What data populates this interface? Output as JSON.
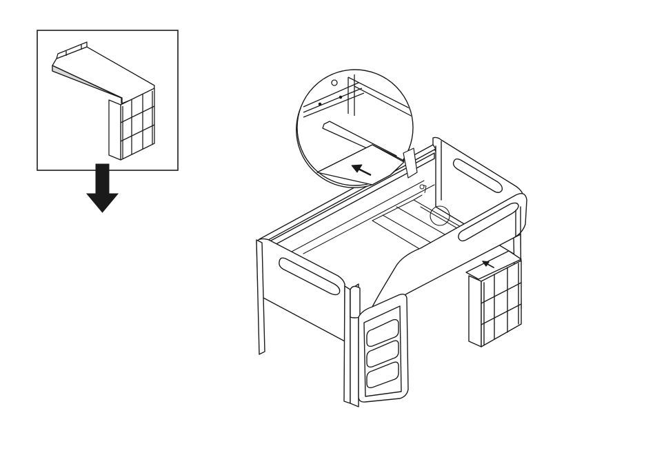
{
  "figure": {
    "kind": "assembly-instruction-step",
    "stroke_color": "#1a1a1a",
    "fill_color": "#ffffff",
    "shade_color": "#d9d9d9",
    "inset_panel": {
      "content": "desk-with-cube-shelf-part"
    },
    "main_view": {
      "content": "loft-bed-frame-with-ladder-and-desk",
      "magnifier": {
        "content": "desk-board-sliding-under-bed-rail"
      }
    },
    "icons": [
      "down-arrow-icon",
      "insert-direction-arrow-icon"
    ]
  }
}
